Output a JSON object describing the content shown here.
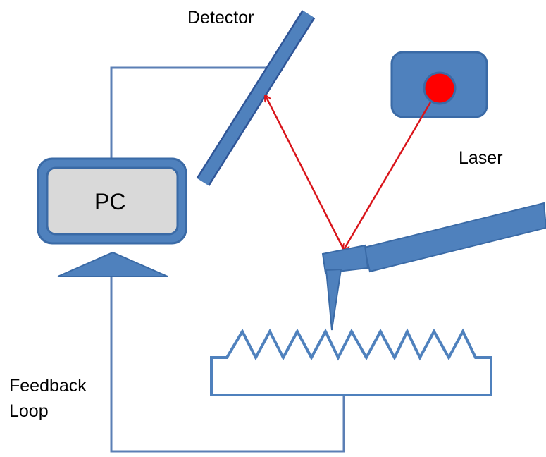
{
  "labels": {
    "detector": "Detector",
    "laser": "Laser",
    "pc": "PC",
    "feedback_line1": "Feedback",
    "feedback_line2": "Loop"
  },
  "colors": {
    "blue_fill": "#4F81BD",
    "blue_dark": "#3A6AA6",
    "wire": "#5B7FB5",
    "screen_gray": "#D9D9D9",
    "laser_red": "#FF0000",
    "beam_red": "#D9141A"
  }
}
